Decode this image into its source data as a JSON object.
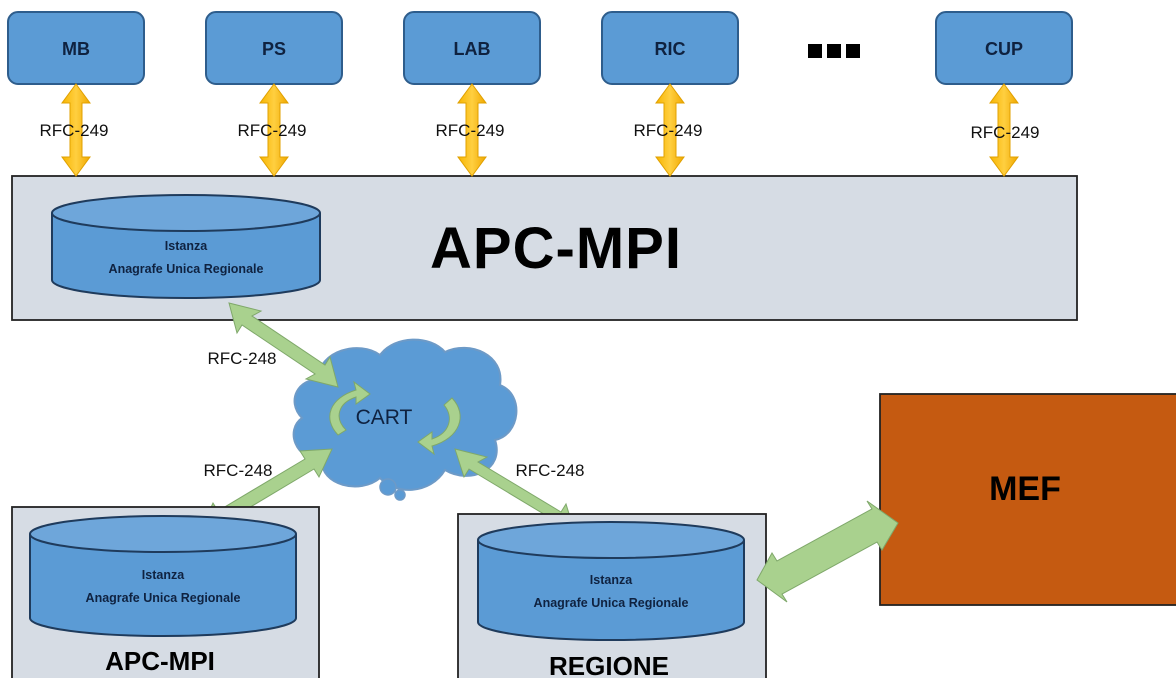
{
  "top_nodes": [
    "MB",
    "PS",
    "LAB",
    "RIC",
    "CUP"
  ],
  "ellipsis": "■■■",
  "rfc_top": [
    "RFC-249",
    "RFC-249",
    "RFC-249",
    "RFC-249",
    "RFC-249"
  ],
  "main_block": {
    "title": "APC-MPI",
    "db_line1": "Istanza",
    "db_line2": "Anagrafe Unica Regionale"
  },
  "cloud": {
    "label": "CART"
  },
  "rfc_248": [
    "RFC-248",
    "RFC-248",
    "RFC-248"
  ],
  "left_block": {
    "title": "APC-MPI",
    "db_line1": "Istanza",
    "db_line2": "Anagrafe Unica Regionale"
  },
  "right_block": {
    "title": "REGIONE",
    "db_line1": "Istanza",
    "db_line2": "Anagrafe Unica Regionale"
  },
  "mef": {
    "label": "MEF"
  },
  "colors": {
    "node_fill": "#5b9bd5",
    "node_stroke": "#2e5d8c",
    "block_fill": "#d6dce4",
    "arrow_yellow": "#ffc000",
    "arrow_green": "#a9d18e",
    "mef_fill": "#c55a11",
    "cloud_fill": "#5b9bd5"
  }
}
